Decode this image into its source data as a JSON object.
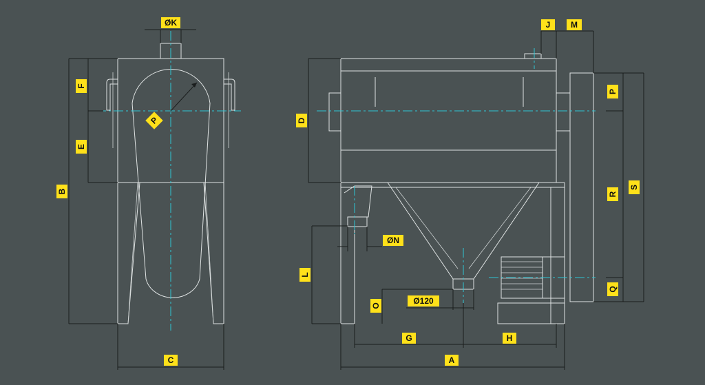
{
  "drawing": {
    "background_color": "#4a5253",
    "line_color": "#dfe3e3",
    "dimension_line_color": "#1a1d1d",
    "centerline_color": "#2ec7d6",
    "label_background": "#ffe11a",
    "labels": {
      "ok": "ØK",
      "f": "F",
      "e": "E",
      "b": "B",
      "p_radius": "P",
      "c": "C",
      "j": "J",
      "m": "M",
      "d": "D",
      "p": "P",
      "s": "S",
      "r": "R",
      "q": "Q",
      "on": "ØN",
      "l": "L",
      "o": "O",
      "o120": "Ø120",
      "g": "G",
      "h": "H",
      "a": "A"
    }
  }
}
